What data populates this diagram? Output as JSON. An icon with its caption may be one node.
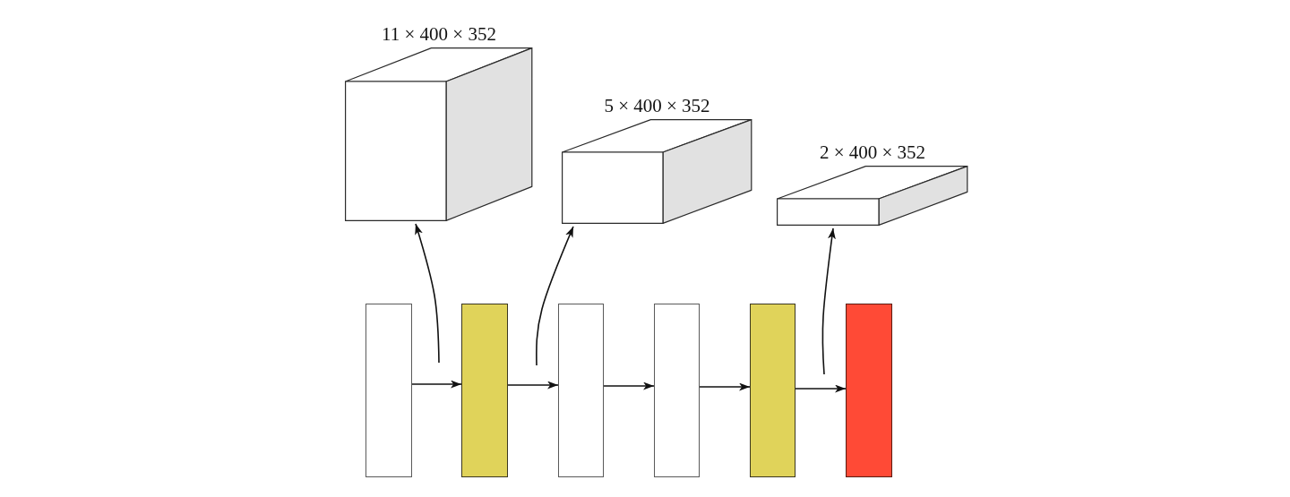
{
  "diagram": {
    "nodes": [
      {
        "text": [
          "11 × 400 × 352"
        ]
      },
      {
        "text": [
          "5 × 400 × 352"
        ]
      },
      {
        "text": [
          "2 × 400 × 352"
        ]
      },
      {
        "text": [],
        "shape": "bar"
      },
      {
        "text": [],
        "shape": "bar"
      },
      {
        "text": [],
        "shape": "bar"
      },
      {
        "text": [],
        "shape": "bar"
      },
      {
        "text": [],
        "shape": "bar"
      },
      {
        "text": [],
        "shape": "bar"
      }
    ],
    "edges": [
      {
        "from": 3,
        "to": 4,
        "arrow": "to"
      },
      {
        "from": 4,
        "to": 5,
        "arrow": "to"
      },
      {
        "from": 5,
        "to": 6,
        "arrow": "to"
      },
      {
        "from": 6,
        "to": 7,
        "arrow": "to"
      },
      {
        "from": 7,
        "to": 8,
        "arrow": "to"
      },
      {
        "from": null,
        "to": 0,
        "arrow": "to"
      },
      {
        "from": null,
        "to": 1,
        "arrow": "to"
      },
      {
        "from": null,
        "to": 2,
        "arrow": "to"
      }
    ]
  }
}
